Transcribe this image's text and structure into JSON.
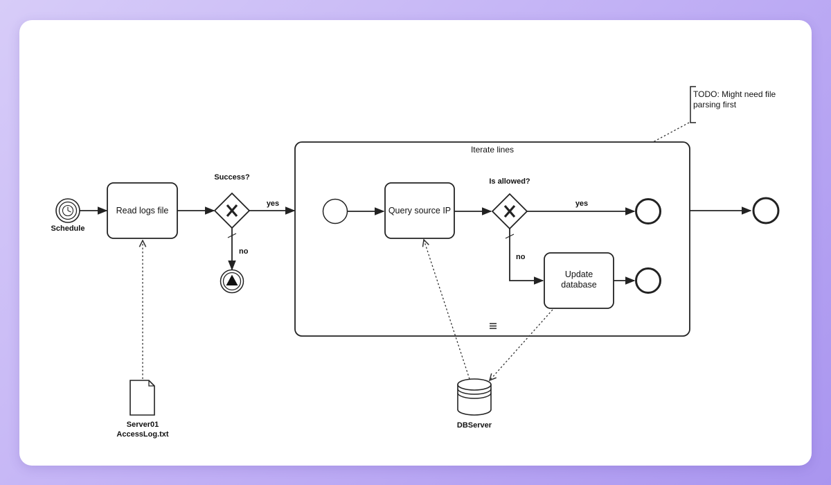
{
  "diagram": {
    "start_event": {
      "label": "Schedule"
    },
    "task_read_logs": {
      "label": "Read logs file"
    },
    "gateway_success": {
      "label": "Success?"
    },
    "flow_yes_1": {
      "label": "yes"
    },
    "flow_no_1": {
      "label": "no"
    },
    "subprocess": {
      "label": "Iterate lines"
    },
    "task_query_ip": {
      "label": "Query source IP"
    },
    "gateway_allowed": {
      "label": "Is allowed?"
    },
    "flow_yes_2": {
      "label": "yes"
    },
    "flow_no_2": {
      "label": "no"
    },
    "task_update_db": {
      "line1": "Update",
      "line2": "database"
    },
    "data_object": {
      "line1": "Server01",
      "line2": "AccessLog.txt"
    },
    "data_store": {
      "label": "DBServer"
    },
    "annotation": {
      "line1": "TODO: Might need file",
      "line2": "parsing first"
    }
  }
}
